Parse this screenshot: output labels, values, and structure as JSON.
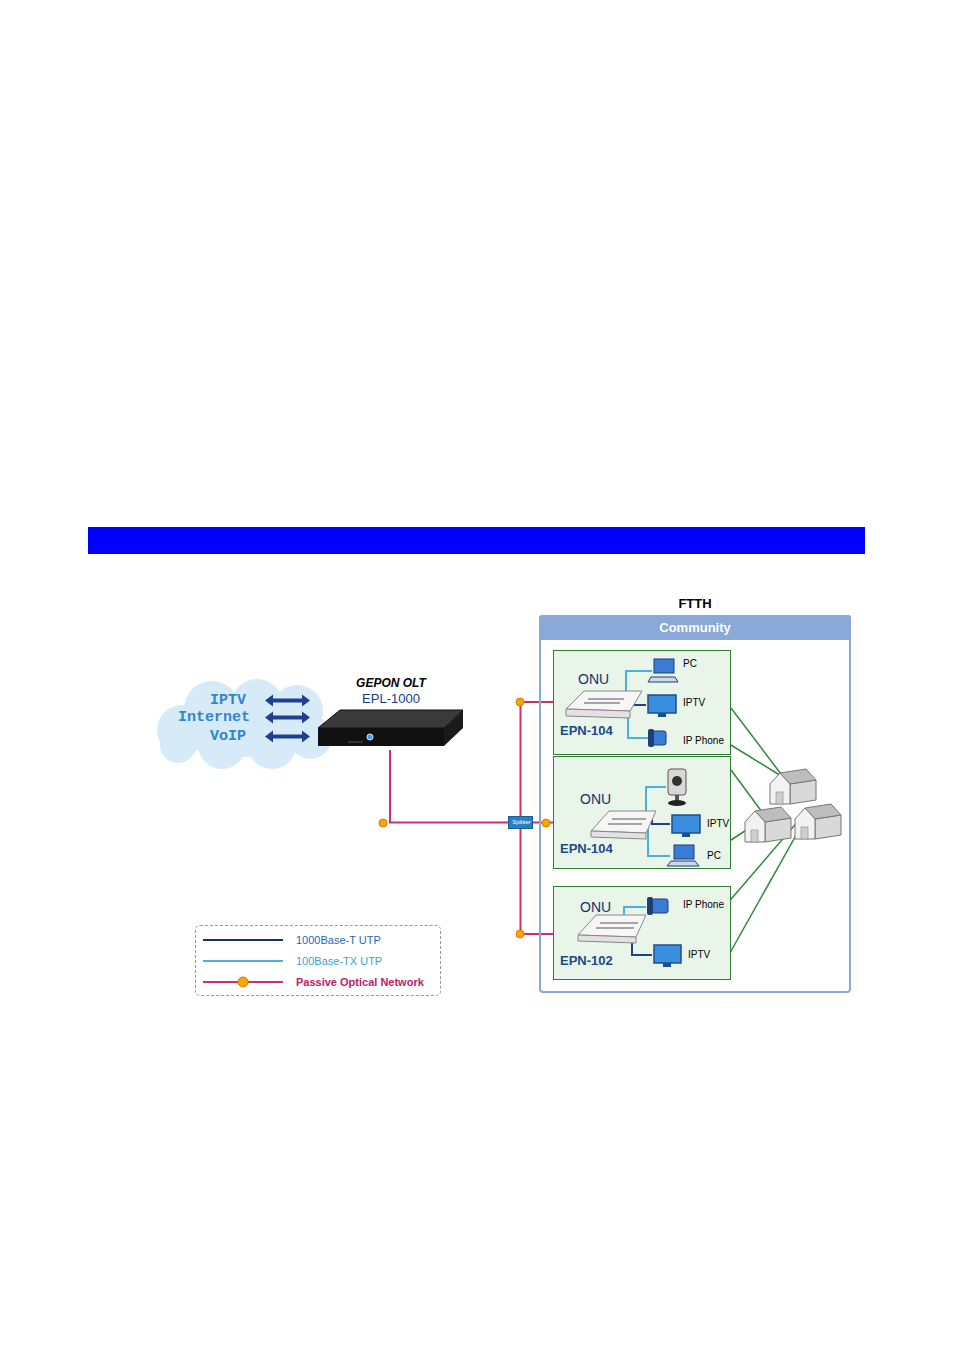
{
  "diagram": {
    "nodes": [
      {
        "text": [
          "IPTV",
          "Internet",
          "VoIP"
        ]
      },
      {
        "text": [
          "GEPON OLT",
          "EPL-1000"
        ]
      },
      {
        "text": [
          "Splitter"
        ]
      },
      {
        "text": [
          "FTTH",
          "Community"
        ]
      },
      {
        "text": [
          "ONU",
          "EPN-104"
        ],
        "in": 3
      },
      {
        "text": [
          "ONU",
          "EPN-104"
        ],
        "in": 3
      },
      {
        "text": [
          "ONU",
          "EPN-102"
        ],
        "in": 3
      }
    ],
    "edges": [
      {
        "from": 1,
        "to": 2,
        "arrow": "none"
      },
      {
        "from": 2,
        "to": 4,
        "arrow": "none"
      },
      {
        "from": 2,
        "to": 5,
        "arrow": "none"
      },
      {
        "from": 2,
        "to": 6,
        "arrow": "none"
      }
    ],
    "labels": [
      "PC",
      "IPTV",
      "IP Phone",
      "IPTV",
      "PC",
      "IP Phone",
      "IPTV"
    ],
    "legend": [
      {
        "text": "1000Base-T UTP"
      },
      {
        "text": "100Base-TX UTP"
      },
      {
        "text": "Passive Optical Network"
      }
    ]
  }
}
